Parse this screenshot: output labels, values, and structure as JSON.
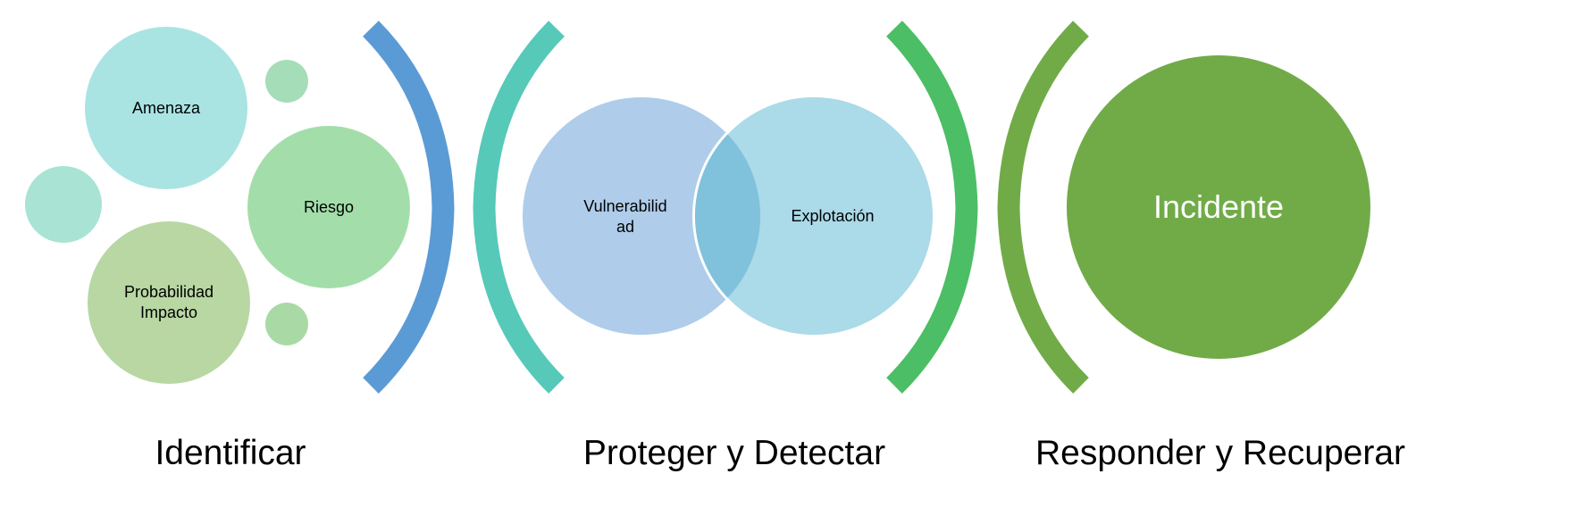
{
  "colors": {
    "amenaza": "#a9e4e3",
    "riesgo": "#a3deaa",
    "probabilidad": "#b8d7a3",
    "small_cyan": "#a8e3d4",
    "small_green": "#a5ddb8",
    "small_green2": "#a9daa5",
    "bracket_blue": "#5b9bd5",
    "bracket_teal": "#56c9b9",
    "vulnerabilidad": "#afcdea",
    "explotacion": "#abdae8",
    "overlap": "#80c1dc",
    "bracket_green": "#4cbe65",
    "bracket_olive": "#71ab48",
    "incidente": "#71ab48"
  },
  "identificar": {
    "title": "Identificar",
    "amenaza": "Amenaza",
    "riesgo": "Riesgo",
    "probabilidad_line1": "Probabilidad",
    "probabilidad_line2": "Impacto"
  },
  "proteger": {
    "title": "Proteger y Detectar",
    "vulnerabilidad_line1": "Vulnerabilid",
    "vulnerabilidad_line2": "ad",
    "explotacion": "Explotación"
  },
  "responder": {
    "title": "Responder y Recuperar",
    "incidente": "Incidente"
  }
}
